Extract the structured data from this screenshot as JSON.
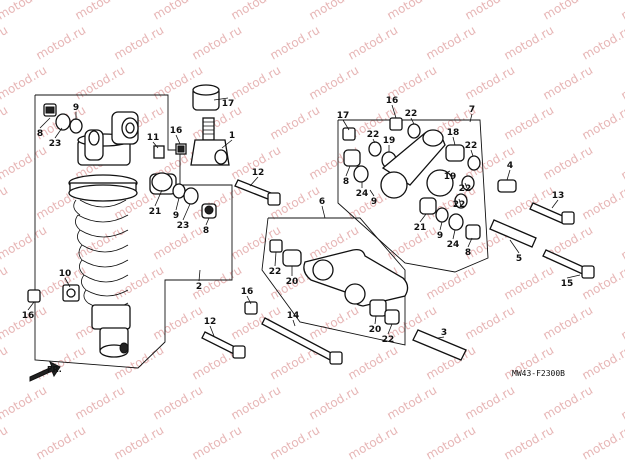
{
  "watermark": "motod.ru",
  "diagram_code": "MW43-F2300B",
  "front_label": "FR.",
  "callouts": [
    "1",
    "2",
    "3",
    "4",
    "5",
    "6",
    "7",
    "8",
    "9",
    "10",
    "11",
    "12",
    "13",
    "14",
    "15",
    "16",
    "17",
    "18",
    "19",
    "20",
    "21",
    "22",
    "23",
    "24"
  ]
}
